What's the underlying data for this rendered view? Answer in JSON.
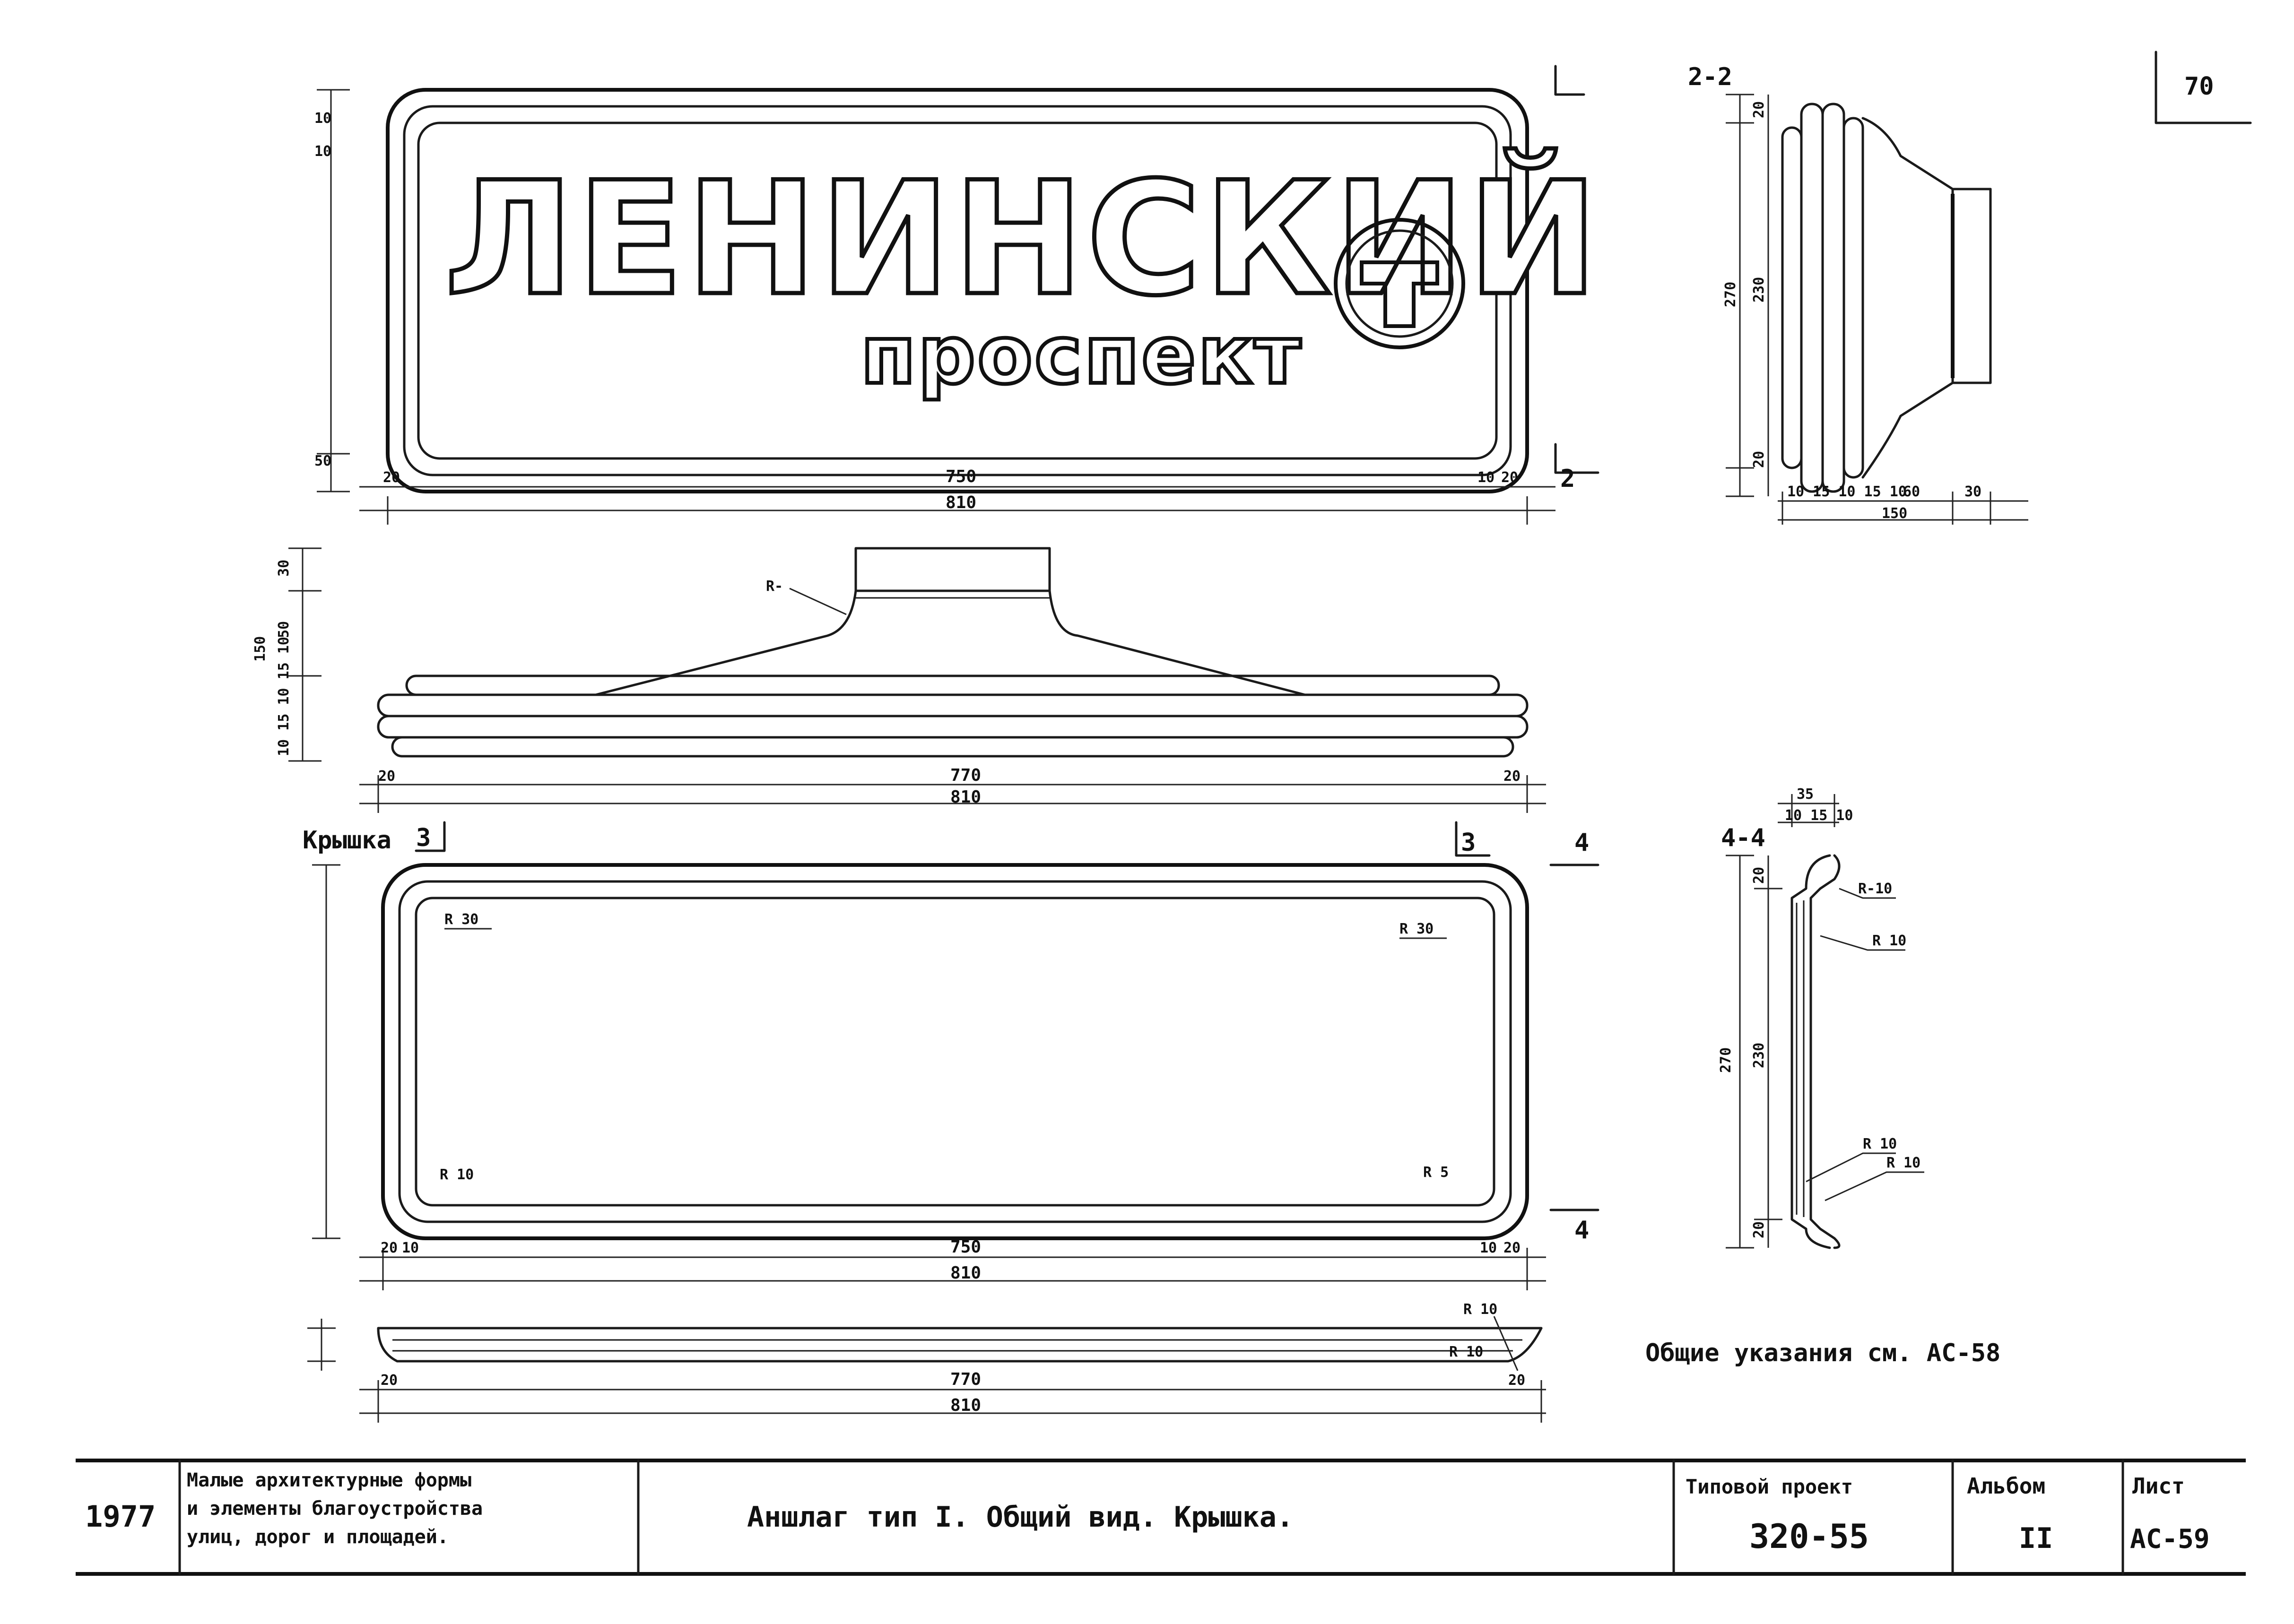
{
  "sheet": {
    "corner_number": "70",
    "sign": {
      "line1": "ЛЕНИНСКИЙ",
      "line2": "проспект"
    },
    "sections": {
      "s2": {
        "label": "2-2",
        "mark": "2"
      },
      "s3": {
        "mark": "3"
      },
      "s4": {
        "label": "4-4",
        "mark": "4"
      },
      "lid": "Крышка"
    },
    "notes": "Общие указания см. АС-58",
    "dims": {
      "front_w_inner": "750",
      "front_w_total": "810",
      "front_left": "20",
      "front_right_a": "10",
      "front_right_b": "20",
      "front_top_a": "10",
      "front_top_b": "10",
      "front_bottom": "50",
      "side_total": "150",
      "side_r": "R-",
      "side_30": "30",
      "side_50": "50",
      "side_stack": "10 15 10 15 10",
      "side_w_inner": "770",
      "side_w_total": "810",
      "side_l": "20",
      "side_rt": "20",
      "s2_h_total": "270",
      "s2_h_inner": "230",
      "s2_top": "20",
      "s2_bot": "20",
      "s2_w": "10 15 10 15 10",
      "s2_w60": "60",
      "s2_w30": "30",
      "s2_w_total": "150",
      "lid_r30a": "R 30",
      "lid_r30b": "R 30",
      "lid_r10": "R 10",
      "lid_r5": "R 5",
      "lid_w_inner": "750",
      "lid_w_total": "810",
      "lid_left": "20",
      "lid_left2": "10",
      "lid_right": "10",
      "lid_right2": "20",
      "lid2_w_inner": "770",
      "lid2_w_total": "810",
      "lid2_l": "20",
      "lid2_r": "20",
      "lid2_r10a": "R 10",
      "lid2_r10b": "R 10",
      "s4_w_total": "35",
      "s4_w": "10 15 10",
      "s4_h_total": "270",
      "s4_h_inner": "230",
      "s4_top": "20",
      "s4_bot": "20",
      "s4_r10a": "R-10",
      "s4_r10b": "R 10",
      "s4_r10c": "R 10",
      "s4_r10d": "R 10"
    }
  },
  "title_block": {
    "year": "1977",
    "series": [
      "Малые архитектурные формы",
      "и элементы благоустройства",
      "улиц, дорог и площадей."
    ],
    "title": "Аншлаг тип I. Общий вид. Крышка.",
    "project_label": "Типовой проект",
    "project_value": "320-55",
    "album_label": "Альбом",
    "album_value": "II",
    "sheet_label": "Лист",
    "sheet_value": "АС-59"
  }
}
